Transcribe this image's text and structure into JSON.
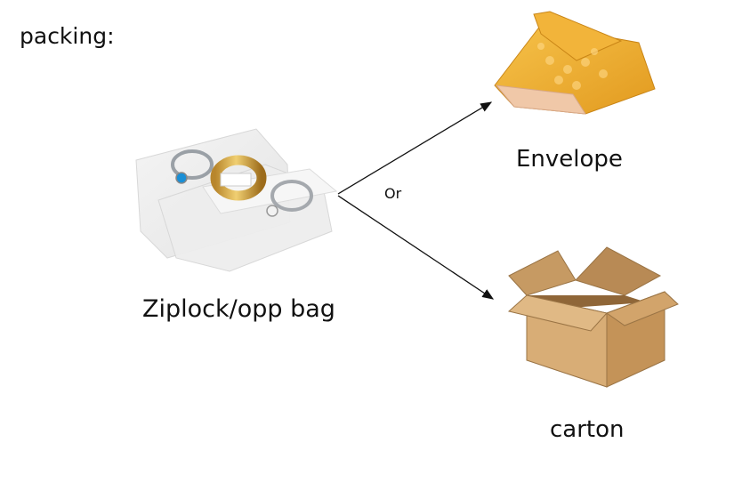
{
  "heading": "packing:",
  "source": {
    "label": "Ziplock/opp bag",
    "icon": "ziplock-bag-with-rings-icon"
  },
  "connector_label": "Or",
  "options": [
    {
      "label": "Envelope",
      "icon": "bubble-envelope-icon"
    },
    {
      "label": "carton",
      "icon": "cardboard-box-icon"
    }
  ]
}
